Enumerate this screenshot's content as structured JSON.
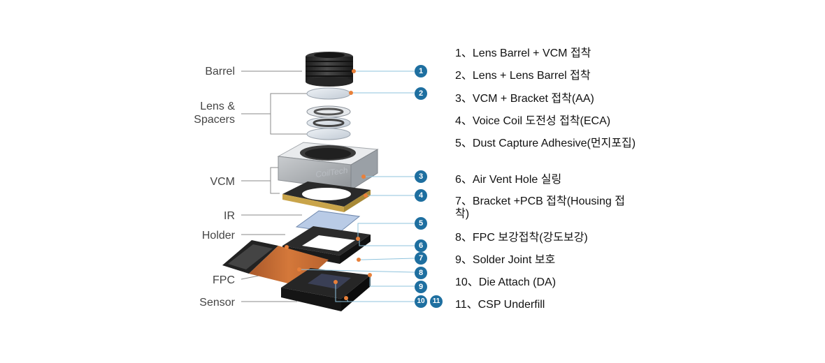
{
  "diagram": {
    "part_labels": {
      "barrel": "Barrel",
      "lens_spacers": "Lens &\nSpacers",
      "vcm": "VCM",
      "ir": "IR",
      "holder": "Holder",
      "fpc": "FPC",
      "sensor": "Sensor"
    },
    "vcm_logo_text": "CoilTech",
    "badges": [
      "1",
      "2",
      "3",
      "4",
      "5",
      "6",
      "7",
      "8",
      "9",
      "10",
      "11"
    ],
    "legend": [
      "1、Lens Barrel + VCM 접착",
      "2、Lens + Lens Barrel 접착",
      "3、VCM + Bracket 접착(AA)",
      "4、Voice Coil 도전성 접착(ECA)",
      "5、Dust Capture Adhesive(먼지포집)",
      "6、Air Vent Hole 실링",
      "7、Bracket +PCB 접착(Housing 접착)",
      "8、FPC 보강접착(강도보강)",
      "9、Solder Joint 보호",
      "10、Die Attach (DA)",
      "11、CSP Underfill"
    ],
    "colors": {
      "badge": "#1e6fa0",
      "callout_line": "#8fc3dd",
      "dot": "#e8803a",
      "fpc": "#d4783a"
    }
  }
}
